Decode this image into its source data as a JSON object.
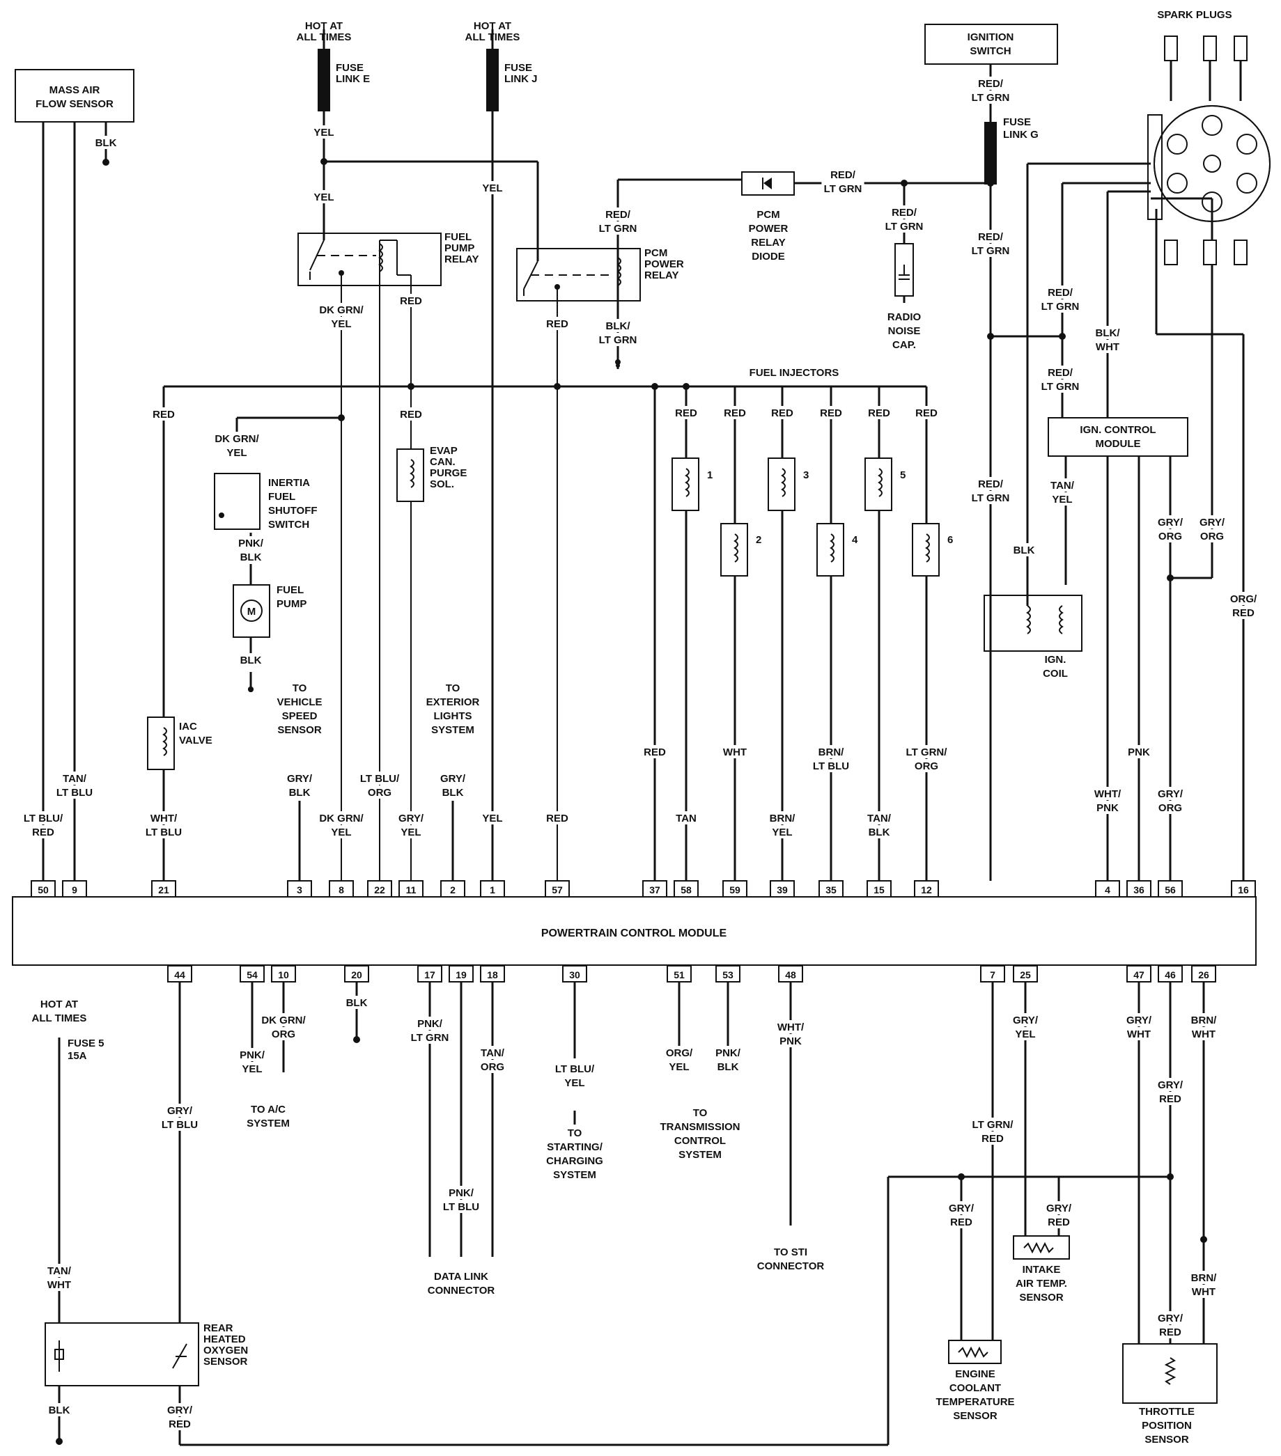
{
  "boxes": {
    "maf": [
      "MASS AIR",
      "FLOW SENSOR"
    ],
    "ignition_switch": [
      "IGNITION",
      "SWITCH"
    ],
    "pcm": "POWERTRAIN CONTROL MODULE",
    "icm": [
      "IGN. CONTROL",
      "MODULE"
    ]
  },
  "labels": {
    "hot_e": [
      "HOT AT",
      "ALL TIMES"
    ],
    "hot_j": [
      "HOT AT",
      "ALL TIMES"
    ],
    "fuse_e": [
      "FUSE",
      "LINK E"
    ],
    "fuse_j": [
      "FUSE",
      "LINK J"
    ],
    "fuse_g": [
      "FUSE",
      "LINK G"
    ],
    "spark_plugs": "SPARK PLUGS",
    "fuel_pump_relay": [
      "FUEL",
      "PUMP",
      "RELAY"
    ],
    "pcm_power_relay": [
      "PCM",
      "POWER",
      "RELAY"
    ],
    "pcm_diode": [
      "PCM",
      "POWER",
      "RELAY",
      "DIODE"
    ],
    "radio_cap": [
      "RADIO",
      "NOISE",
      "CAP."
    ],
    "fuel_injectors": "FUEL INJECTORS",
    "inertia": [
      "INERTIA",
      "FUEL",
      "SHUTOFF",
      "SWITCH"
    ],
    "fuel_pump": [
      "FUEL",
      "PUMP"
    ],
    "evap": [
      "EVAP",
      "CAN.",
      "PURGE",
      "SOL."
    ],
    "iac": [
      "IAC",
      "VALVE"
    ],
    "vss": [
      "TO",
      "VEHICLE",
      "SPEED",
      "SENSOR"
    ],
    "ext_lights": [
      "TO",
      "EXTERIOR",
      "LIGHTS",
      "SYSTEM"
    ],
    "ign_coil": [
      "IGN.",
      "COIL"
    ],
    "hot_fuse5": [
      "HOT AT",
      "ALL TIMES"
    ],
    "fuse5": [
      "FUSE 5",
      "15A"
    ],
    "o2": [
      "REAR",
      "HEATED",
      "OXYGEN",
      "SENSOR"
    ],
    "ac": [
      "TO A/C",
      "SYSTEM"
    ],
    "dlc": [
      "DATA LINK",
      "CONNECTOR"
    ],
    "starting": [
      "TO",
      "STARTING/",
      "CHARGING",
      "SYSTEM"
    ],
    "tcs": [
      "TO",
      "TRANSMISSION",
      "CONTROL",
      "SYSTEM"
    ],
    "sti": [
      "TO STI",
      "CONNECTOR"
    ],
    "iat": [
      "INTAKE",
      "AIR TEMP.",
      "SENSOR"
    ],
    "ect": [
      "ENGINE",
      "COOLANT",
      "TEMPERATURE",
      "SENSOR"
    ],
    "tps": [
      "THROTTLE",
      "POSITION",
      "SENSOR"
    ]
  },
  "injectors": [
    "1",
    "2",
    "3",
    "4",
    "5",
    "6"
  ],
  "motor_symbol": "M",
  "wires": {
    "w_yel1": [
      "YEL"
    ],
    "w_yel2": [
      "YEL"
    ],
    "w_yelj": [
      "YEL"
    ],
    "w_blk_maf": [
      "BLK"
    ],
    "w_redltgrn_sw": [
      "RED/",
      "LT GRN"
    ],
    "w_redltgrn_diode": [
      "RED/",
      "LT GRN"
    ],
    "w_redltgrn_relay": [
      "RED/",
      "LT GRN"
    ],
    "w_redltgrn_cap": [
      "RED/",
      "LT GRN"
    ],
    "w_redltgrn_fg": [
      "RED/",
      "LT GRN"
    ],
    "w_redltgrn_a": [
      "RED/",
      "LT GRN"
    ],
    "w_redltgrn_b": [
      "RED/",
      "LT GRN"
    ],
    "w_redltgrn_coil": [
      "RED/",
      "LT GRN"
    ],
    "w_dkgrnyel_relay": [
      "DK GRN/",
      "YEL"
    ],
    "w_red_relay": [
      "RED"
    ],
    "w_red_pcmrelay": [
      "RED"
    ],
    "w_blkltgrn": [
      "BLK/",
      "LT GRN"
    ],
    "w_blkwht": [
      "BLK/",
      "WHT"
    ],
    "w_red_iac": [
      "RED"
    ],
    "w_dkgrnyel_in": [
      "DK GRN/",
      "YEL"
    ],
    "w_red_evap": [
      "RED"
    ],
    "w_red_i1": [
      "RED"
    ],
    "w_red_i2": [
      "RED"
    ],
    "w_red_i3": [
      "RED"
    ],
    "w_red_i4": [
      "RED"
    ],
    "w_red_i5": [
      "RED"
    ],
    "w_red_i6": [
      "RED"
    ],
    "w_pnkblk": [
      "PNK/",
      "BLK"
    ],
    "w_blk_pump": [
      "BLK"
    ],
    "w_tanyel": [
      "TAN/",
      "YEL"
    ],
    "w_blk_coil": [
      "BLK"
    ],
    "w_gryorg_a": [
      "GRY/",
      "ORG"
    ],
    "w_gryorg_b": [
      "GRY/",
      "ORG"
    ],
    "w_orgred": [
      "ORG/",
      "RED"
    ],
    "w_red_37": [
      "RED"
    ],
    "w_wht_59": [
      "WHT"
    ],
    "w_brnltblu": [
      "BRN/",
      "LT BLU"
    ],
    "w_ltgrnorg": [
      "LT GRN/",
      "ORG"
    ],
    "w_pnk_36": [
      "PNK"
    ],
    "w_tanltblu": [
      "TAN/",
      "LT BLU"
    ],
    "w_ltblured": [
      "LT BLU/",
      "RED"
    ],
    "w_whtltblu": [
      "WHT/",
      "LT BLU"
    ],
    "w_gryblk_vss": [
      "GRY/",
      "BLK"
    ],
    "w_dkgrnyel_8": [
      "DK GRN/",
      "YEL"
    ],
    "w_ltbluorg": [
      "LT BLU/",
      "ORG"
    ],
    "w_gryyel": [
      "GRY/",
      "YEL"
    ],
    "w_gryblk_2": [
      "GRY/",
      "BLK"
    ],
    "w_yel_1": [
      "YEL"
    ],
    "w_red_57": [
      "RED"
    ],
    "w_tan_58": [
      "TAN"
    ],
    "w_brnyel": [
      "BRN/",
      "YEL"
    ],
    "w_tanblk": [
      "TAN/",
      "BLK"
    ],
    "w_whtpnk_4": [
      "WHT/",
      "PNK"
    ],
    "w_gryorg_56": [
      "GRY/",
      "ORG"
    ],
    "w_blk_20": [
      "BLK"
    ],
    "w_gryltblu": [
      "GRY/",
      "LT BLU"
    ],
    "w_pnkyel": [
      "PNK/",
      "YEL"
    ],
    "w_dkgrnorg": [
      "DK GRN/",
      "ORG"
    ],
    "w_pnkltgrn": [
      "PNK/",
      "LT GRN"
    ],
    "w_pnkltblu": [
      "PNK/",
      "LT BLU"
    ],
    "w_tanorg": [
      "TAN/",
      "ORG"
    ],
    "w_ltbluyel": [
      "LT BLU/",
      "YEL"
    ],
    "w_orgyel": [
      "ORG/",
      "YEL"
    ],
    "w_pnkblk_53": [
      "PNK/",
      "BLK"
    ],
    "w_whtpnk_48": [
      "WHT/",
      "PNK"
    ],
    "w_ltgrnred": [
      "LT GRN/",
      "RED"
    ],
    "w_gryyel_25": [
      "GRY/",
      "YEL"
    ],
    "w_grywht": [
      "GRY/",
      "WHT"
    ],
    "w_brnwht_26": [
      "BRN/",
      "WHT"
    ],
    "w_gryred_46": [
      "GRY/",
      "RED"
    ],
    "w_gryred_ect": [
      "GRY/",
      "RED"
    ],
    "w_gryred_iat": [
      "GRY/",
      "RED"
    ],
    "w_brnwht_tps": [
      "BRN/",
      "WHT"
    ],
    "w_gryred_tps": [
      "GRY/",
      "RED"
    ],
    "w_tanwht": [
      "TAN/",
      "WHT"
    ],
    "w_blk_o2": [
      "BLK"
    ],
    "w_gryred_o2": [
      "GRY/",
      "RED"
    ]
  },
  "pins_top": [
    "50",
    "9",
    "21",
    "3",
    "8",
    "22",
    "11",
    "2",
    "1",
    "57",
    "37",
    "58",
    "59",
    "39",
    "35",
    "15",
    "12",
    "4",
    "36",
    "56",
    "16"
  ],
  "pins_bottom": [
    "44",
    "54",
    "10",
    "20",
    "17",
    "19",
    "18",
    "30",
    "51",
    "53",
    "48",
    "7",
    "25",
    "47",
    "46",
    "26"
  ]
}
